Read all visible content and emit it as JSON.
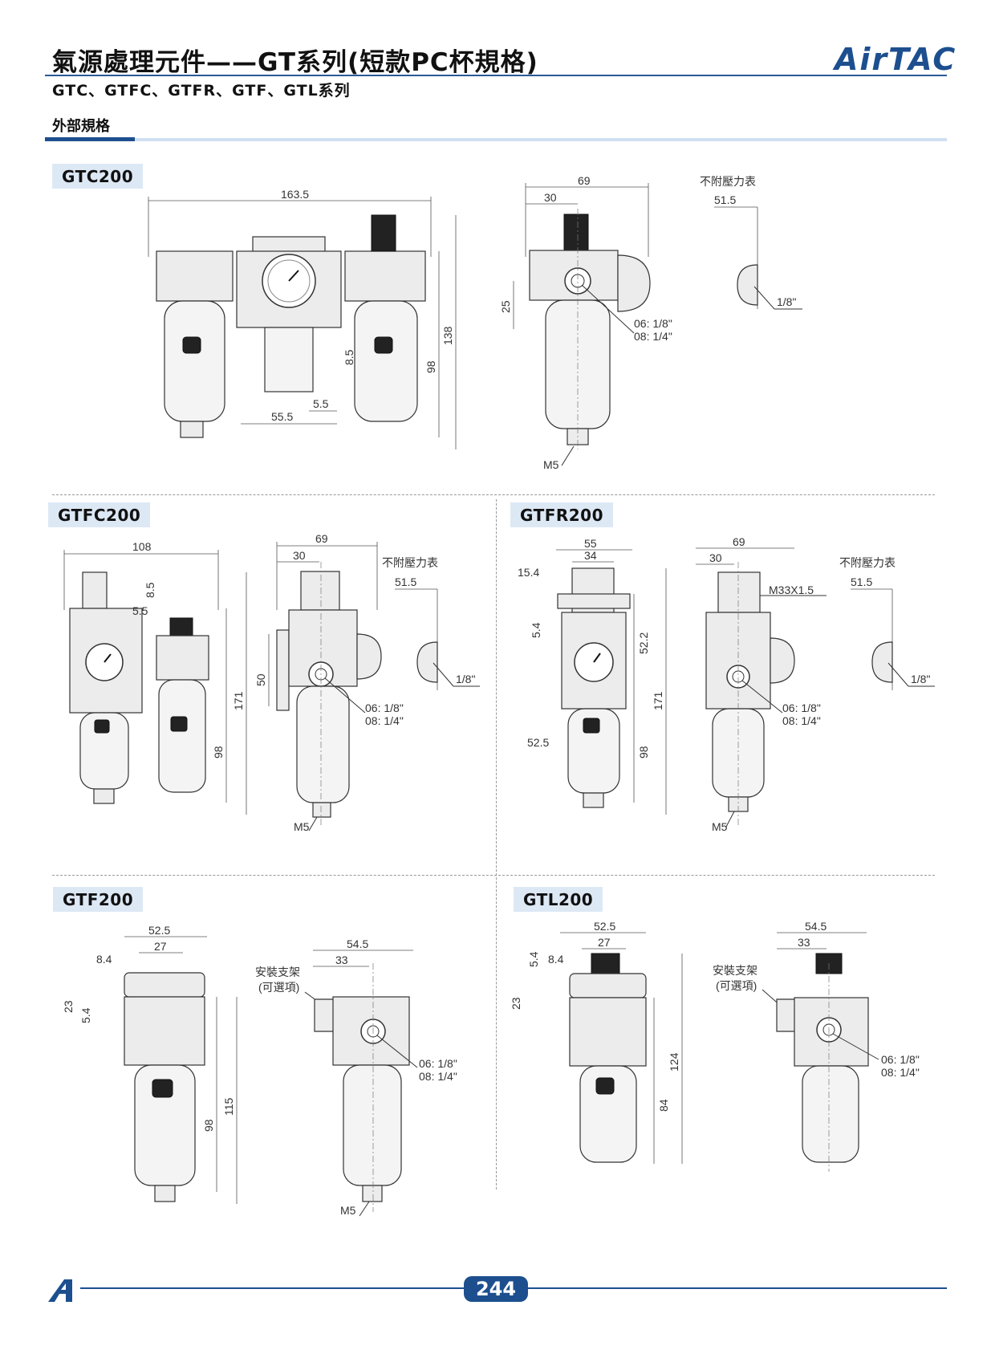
{
  "header": {
    "title": "氣源處理元件——GT系列(短款PC杯規格)",
    "subtitle": "GTC、GTFC、GTFR、GTF、GTL系列",
    "brand": "AirTAC",
    "section": "外部規格"
  },
  "models": {
    "gtc": "GTC200",
    "gtfc": "GTFC200",
    "gtfr": "GTFR200",
    "gtf": "GTF200",
    "gtl": "GTL200"
  },
  "dims": {
    "gtc": {
      "w": "163.5",
      "d55": "55.5",
      "d55b": "5.5",
      "d85": "8.5",
      "h98": "98",
      "h138": "138",
      "s69": "69",
      "s30": "30",
      "s25": "25",
      "port1": "06: 1/8\"",
      "port2": "08: 1/4\"",
      "m5": "M5",
      "gauge_label": "不附壓力表",
      "g515": "51.5",
      "g18": "1/8\""
    },
    "gtfc": {
      "w": "108",
      "d55": "5.5",
      "d85": "8.5",
      "h98": "98",
      "h171": "171",
      "s69": "69",
      "s30": "30",
      "s50": "50",
      "port1": "06: 1/8\"",
      "port2": "08: 1/4\"",
      "m5": "M5",
      "gauge_label": "不附壓力表",
      "g515": "51.5",
      "g18": "1/8\""
    },
    "gtfr": {
      "w55": "55",
      "w34": "34",
      "d154": "15.4",
      "d54": "5.4",
      "d522": "52.2",
      "d525": "52.5",
      "h98": "98",
      "h171": "171",
      "s69": "69",
      "s30": "30",
      "m33": "M33X1.5",
      "port1": "06: 1/8\"",
      "port2": "08: 1/4\"",
      "m5": "M5",
      "gauge_label": "不附壓力表",
      "g515": "51.5",
      "g18": "1/8\""
    },
    "gtf": {
      "w525": "52.5",
      "w27": "27",
      "d84": "8.4",
      "d23": "23",
      "d54": "5.4",
      "h98": "98",
      "h115": "115",
      "s545": "54.5",
      "s33": "33",
      "bracket": "安裝支架",
      "optional": "(可選項)",
      "port1": "06: 1/8\"",
      "port2": "08: 1/4\"",
      "m5": "M5"
    },
    "gtl": {
      "w525": "52.5",
      "w27": "27",
      "d84": "8.4",
      "d23": "23",
      "d54": "5.4",
      "h84": "84",
      "h124": "124",
      "s545": "54.5",
      "s33": "33",
      "bracket": "安裝支架",
      "optional": "(可選項)",
      "port1": "06: 1/8\"",
      "port2": "08: 1/4\""
    }
  },
  "footer": {
    "page": "244"
  }
}
